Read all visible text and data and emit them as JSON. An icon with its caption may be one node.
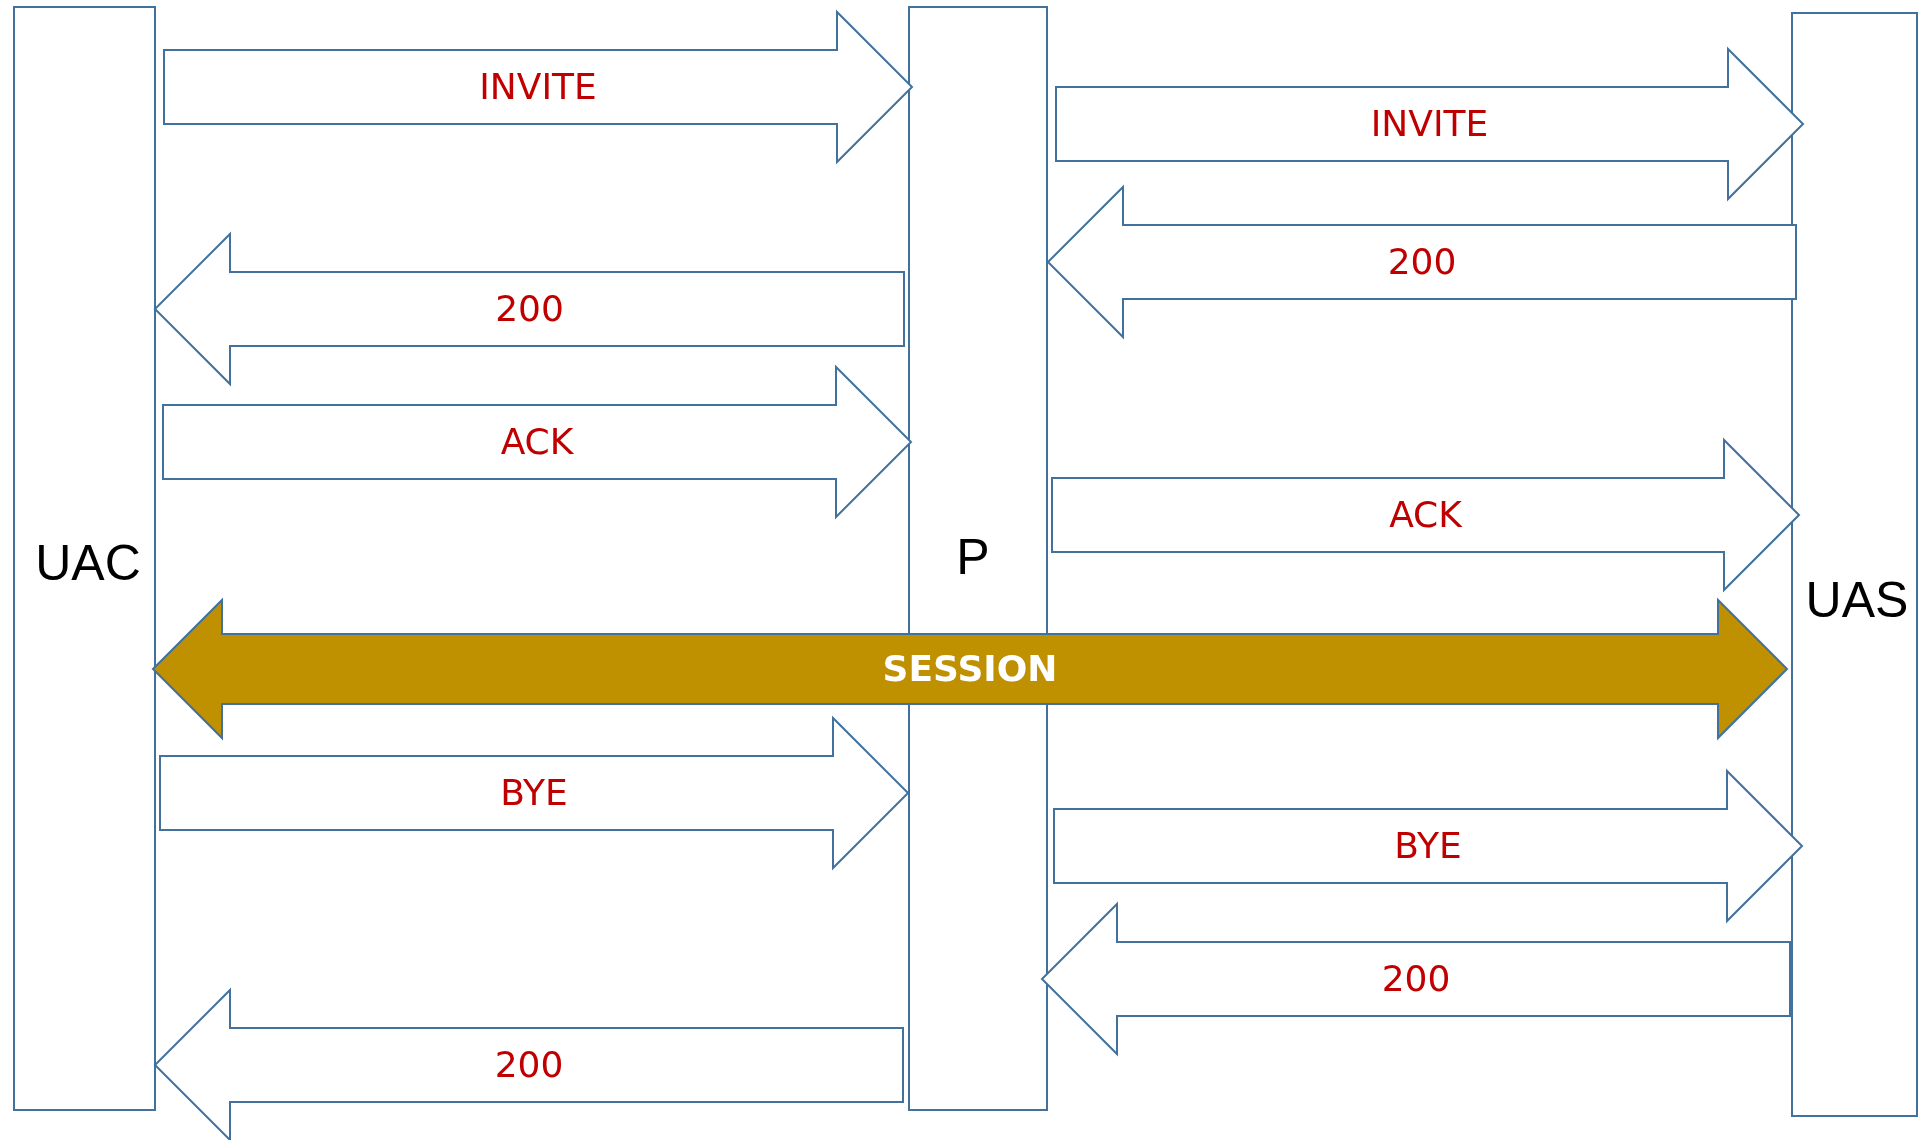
{
  "diagram": {
    "nodes": [
      {
        "text": [
          "UAC"
        ]
      },
      {
        "text": [
          "P"
        ]
      },
      {
        "text": [
          "UAS"
        ]
      }
    ],
    "edges": [
      {
        "from": 0,
        "to": 1,
        "arrow": "to",
        "label": "INVITE"
      },
      {
        "from": 1,
        "to": 2,
        "arrow": "to",
        "label": "INVITE"
      },
      {
        "from": 2,
        "to": 1,
        "arrow": "to",
        "label": "200"
      },
      {
        "from": 1,
        "to": 0,
        "arrow": "to",
        "label": "200"
      },
      {
        "from": 0,
        "to": 1,
        "arrow": "to",
        "label": "ACK"
      },
      {
        "from": 1,
        "to": 2,
        "arrow": "to",
        "label": "ACK"
      },
      {
        "from": 0,
        "to": 2,
        "arrow": "both",
        "label": "SESSION",
        "color": "#bf9000"
      },
      {
        "from": 0,
        "to": 1,
        "arrow": "to",
        "label": "BYE"
      },
      {
        "from": 1,
        "to": 2,
        "arrow": "to",
        "label": "BYE"
      },
      {
        "from": 2,
        "to": 1,
        "arrow": "to",
        "label": "200"
      },
      {
        "from": 1,
        "to": 0,
        "arrow": "to",
        "label": "200"
      }
    ]
  }
}
